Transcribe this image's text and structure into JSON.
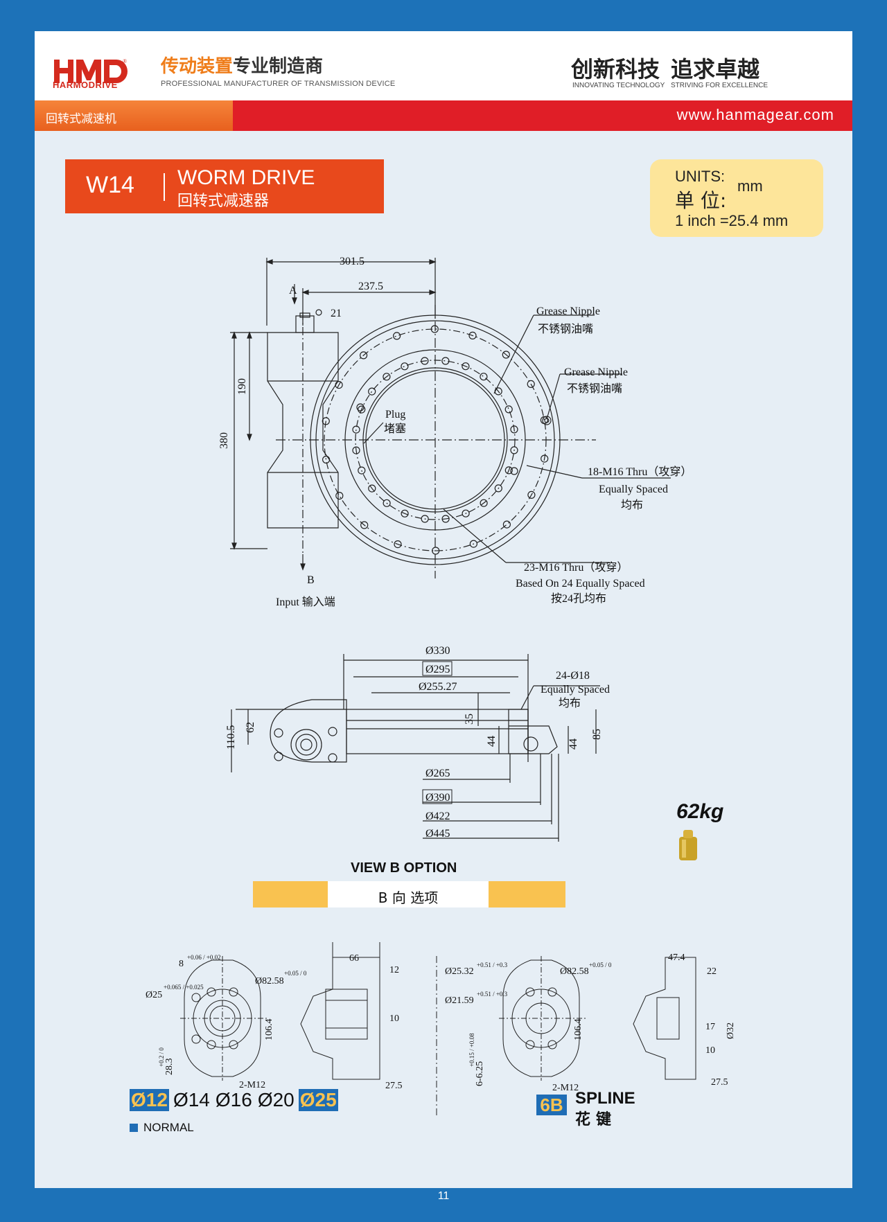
{
  "header": {
    "brand_logo": "HMD",
    "brand_word": "HARMODRIVE",
    "cn_title_highlight": "传动装置",
    "cn_title_rest": "专业制造商",
    "en_subtitle": "PROFESSIONAL MANUFACTURER OF TRANSMISSION DEVICE",
    "slogan1_cn": "创新科技",
    "slogan1_en": "INNOVATING TECHNOLOGY",
    "slogan2_cn": "追求卓越",
    "slogan2_en": "STRIVING FOR EXCELLENCE"
  },
  "banner": {
    "category": "回转式减速机",
    "url": "www.hanmagear.com"
  },
  "title": {
    "model": "W14",
    "name_en": "WORM DRIVE",
    "name_cn": "回转式减速器"
  },
  "units": {
    "line1": "UNITS:",
    "line2": "单 位:",
    "value": "mm",
    "line3": "1 inch =25.4 mm"
  },
  "top_view": {
    "dim_total_width": "301.5",
    "dim_center": "237.5",
    "dim_hex": "21",
    "dim_height_total": "380",
    "dim_height_inner": "190",
    "label_a": "A",
    "label_b": "B",
    "input_label": "Input 输入端",
    "grease1_en": "Grease Nipple",
    "grease1_cn": "不锈钢油嘴",
    "grease2_en": "Grease Nipple",
    "grease2_cn": "不锈钢油嘴",
    "plug_en": "Plug",
    "plug_cn": "堵塞",
    "outer_holes_1": "18-M16 Thru（攻穿）",
    "outer_holes_2": "Equally Spaced",
    "outer_holes_3": "均布",
    "inner_holes_1": "23-M16 Thru（攻穿）",
    "inner_holes_2": "Based On 24 Equally Spaced",
    "inner_holes_3": "按24孔均布"
  },
  "side_view": {
    "d330": "Ø330",
    "d295": "Ø295",
    "d255": "Ø255.27",
    "holes_1": "24-Ø18",
    "holes_2": "Equally Spaced",
    "holes_3": "均布",
    "h110": "110.5",
    "h62": "62",
    "h35": "35",
    "h44a": "44",
    "h44b": "44",
    "h85": "85",
    "d265": "Ø265",
    "d390": "Ø390",
    "d422": "Ø422",
    "d445": "Ø445"
  },
  "weight": "62kg",
  "view_b": {
    "title_en": "VIEW B OPTION",
    "title_cn": "B 向 选项"
  },
  "detail_key": {
    "key_width": "8",
    "key_tol": "+0.06 / +0.02",
    "bore": "Ø25",
    "bore_tol": "+0.065 / +0.025",
    "pcd": "Ø82.58",
    "pcd_tol": "+0.05 / 0",
    "height": "106.4",
    "keyway": "28.3",
    "keyway_tol": "+0.2 / 0",
    "tap": "2-M12",
    "len66": "66",
    "len12": "12",
    "len10": "10",
    "len27": "27.5"
  },
  "detail_spline": {
    "major": "Ø25.32",
    "major_tol": "+0.51 / +0.3",
    "minor": "Ø21.59",
    "minor_tol": "+0.51 / +0.3",
    "pcd": "Ø82.58",
    "pcd_tol": "+0.05 / 0",
    "height": "106.4",
    "spline_spec": "6-6.25",
    "spline_tol": "+0.15 / +0.08",
    "tap": "2-M12",
    "len47": "47.4",
    "len22": "22",
    "len17": "17",
    "len10": "10",
    "d32": "Ø32",
    "len27": "27.5"
  },
  "bore_options": [
    {
      "label": "Ø12",
      "selected": true
    },
    {
      "label": "Ø14",
      "selected": false
    },
    {
      "label": "Ø16",
      "selected": false
    },
    {
      "label": "Ø20",
      "selected": false
    },
    {
      "label": "Ø25",
      "selected": true
    }
  ],
  "legend_normal": "NORMAL",
  "spline_badge": "6B",
  "spline_en": "SPLINE",
  "spline_cn": "花键",
  "page_number": "11",
  "colors": {
    "frame_blue": "#1d72b8",
    "accent_orange": "#e8491c",
    "banner_red": "#e01e27",
    "units_yellow": "#fde59a",
    "badge_blue": "#1f6db5",
    "badge_yellow": "#f9c250"
  }
}
